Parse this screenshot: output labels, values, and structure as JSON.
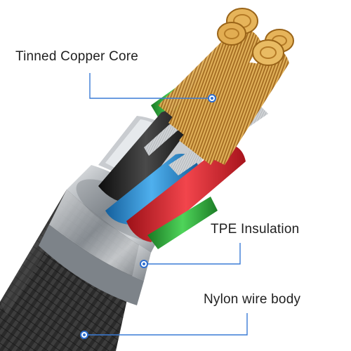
{
  "callouts": {
    "core": {
      "label": "Tinned Copper Core"
    },
    "insulation": {
      "label": "TPE Insulation"
    },
    "jacket": {
      "label": "Nylon wire body"
    }
  },
  "colors": {
    "leader_line": "#3a7bd5",
    "marker_dot": "#2f6fd0",
    "copper": "#d59a3a",
    "wire_red": "#e0262f",
    "wire_blue": "#2a8fd6",
    "wire_black": "#1e1e1e",
    "wire_green": "#2faa3a",
    "shield_silver": "#b9bcc0",
    "ferrule_metal": "#9ea3a8",
    "nylon_braid": "#2b2b2b"
  }
}
